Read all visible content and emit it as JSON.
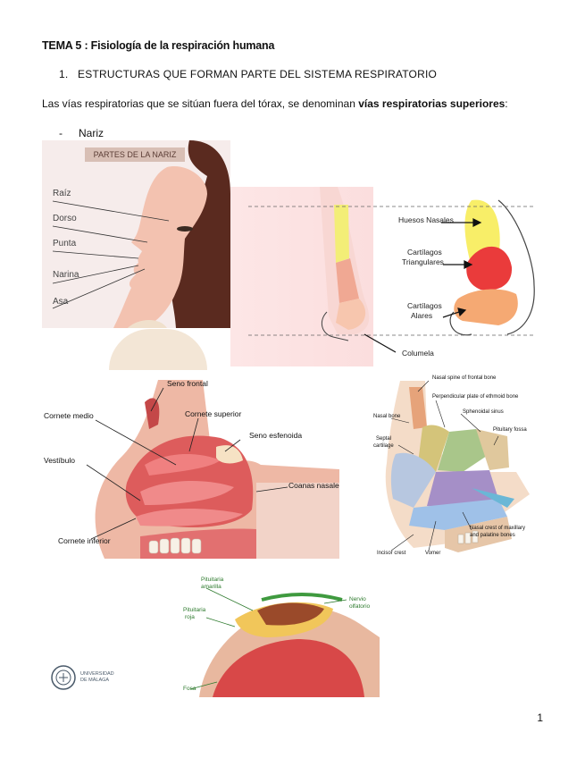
{
  "document": {
    "title": "TEMA 5 : Fisiología de la respiración humana",
    "section_number": "1.",
    "section_heading": "ESTRUCTURAS QUE FORMAN PARTE DEL SISTEMA RESPIRATORIO",
    "paragraph_text": "Las vías respiratorias que se sitúan fuera del tórax, se denominan ",
    "paragraph_bold": "vías respiratorias superiores",
    "paragraph_end": ":",
    "bullet_dash": "-",
    "bullet_text": "Nariz",
    "page_number": "1"
  },
  "figures": {
    "face": {
      "banner": "PARTES DE LA NARIZ",
      "labels": [
        "Raíz",
        "Dorso",
        "Punta",
        "Narina",
        "Asa"
      ]
    },
    "nose_cartilage": {
      "labels": [
        "Huesos Nasales",
        "Cartílagos",
        "Triangulares",
        "Cartílagos",
        "Alares",
        "Columela"
      ]
    },
    "nasal_cavity": {
      "labels": [
        "Seno frontal",
        "Cornete medio",
        "Cornete superior",
        "Seno esfenoida",
        "Vestíbulo",
        "Coanas nasales",
        "Cornete inferior"
      ]
    },
    "septum": {
      "labels": [
        "Nasal spine of frontal bone",
        "Perpendicular plate of ethmoid bone",
        "Nasal bone",
        "Sphenoidal sinus",
        "Pituitary fossa",
        "Septal",
        "cartilage",
        "Nasal crest of maxillary",
        "and palatine bones",
        "Incisor crest",
        "Vomer"
      ]
    },
    "olfactory": {
      "labels": [
        "Pituitaria",
        "amarilla",
        "Pituitaria",
        "roja",
        "Nervio",
        "olfatorio",
        "Fosa"
      ]
    },
    "logo": {
      "text_line1": "UNIVERSIDAD",
      "text_line2": "DE MÁLAGA"
    }
  }
}
